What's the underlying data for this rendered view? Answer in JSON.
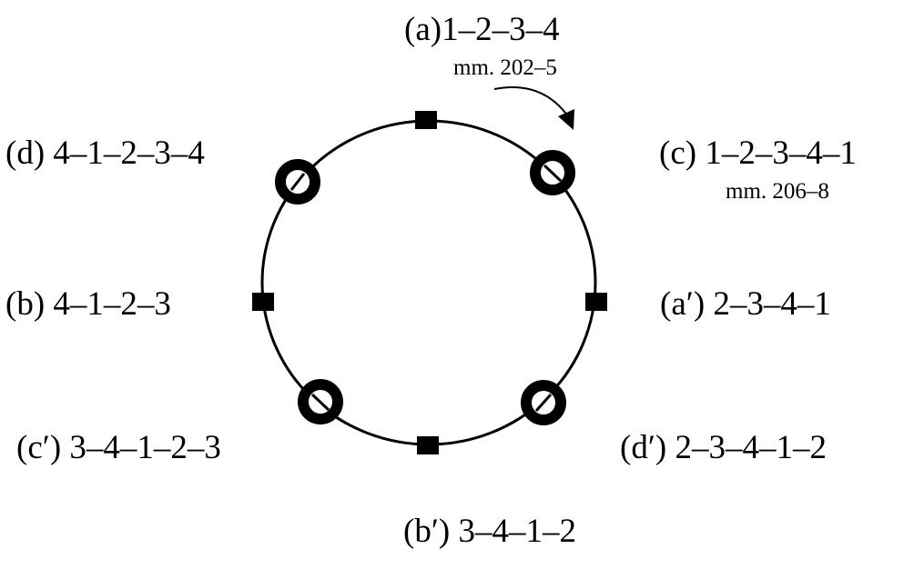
{
  "labels": {
    "a": "(a)1–2–3–4",
    "a_sub": "mm. 202–5",
    "c": "(c) 1–2–3–4–1",
    "c_sub": "mm. 206–8",
    "d": "(d) 4–1–2–3–4",
    "b": "(b) 4–1–2–3",
    "a_prime": "(a′) 2–3–4–1",
    "c_prime": "(c′) 3–4–1–2–3",
    "d_prime": "(d′) 2–3–4–1–2",
    "b_prime": "(b′) 3–4–1–2"
  },
  "colors": {
    "ink": "#000000",
    "background": "#ffffff"
  }
}
